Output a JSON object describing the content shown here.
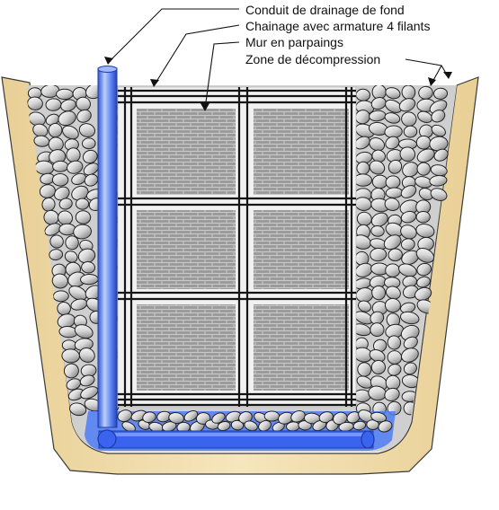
{
  "labels": [
    "Conduit de drainage de fond",
    "Chainage avec armature 4 filants",
    "Mur en parpaings",
    "Zone de décompression"
  ],
  "colors": {
    "soil": "#f0dca8",
    "gravel_fill": "#dcdcdc",
    "pipe": "#3a64f0",
    "water": "#4f7cf6",
    "brick": "#9a9a9a",
    "rebar": "#151515"
  }
}
